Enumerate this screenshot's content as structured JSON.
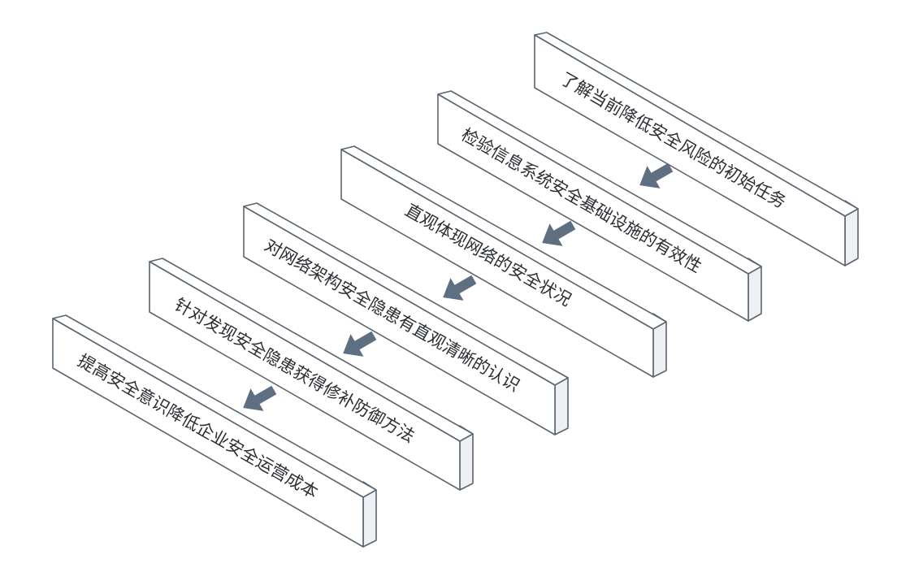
{
  "steps": [
    {
      "label": "了解当前降低安全风险的初始任务"
    },
    {
      "label": "检验信息系统安全基础设施的有效性"
    },
    {
      "label": "直观体现网络的安全状况"
    },
    {
      "label": "对网络架构安全隐患有直观清晰的认识"
    },
    {
      "label": "针对发现安全隐患获得修补防御方法"
    },
    {
      "label": "提高安全意识降低企业安全运营成本"
    }
  ],
  "colors": {
    "stroke": "#5a6570",
    "side": "#eef0f3",
    "arrow": "#5d6f80"
  }
}
